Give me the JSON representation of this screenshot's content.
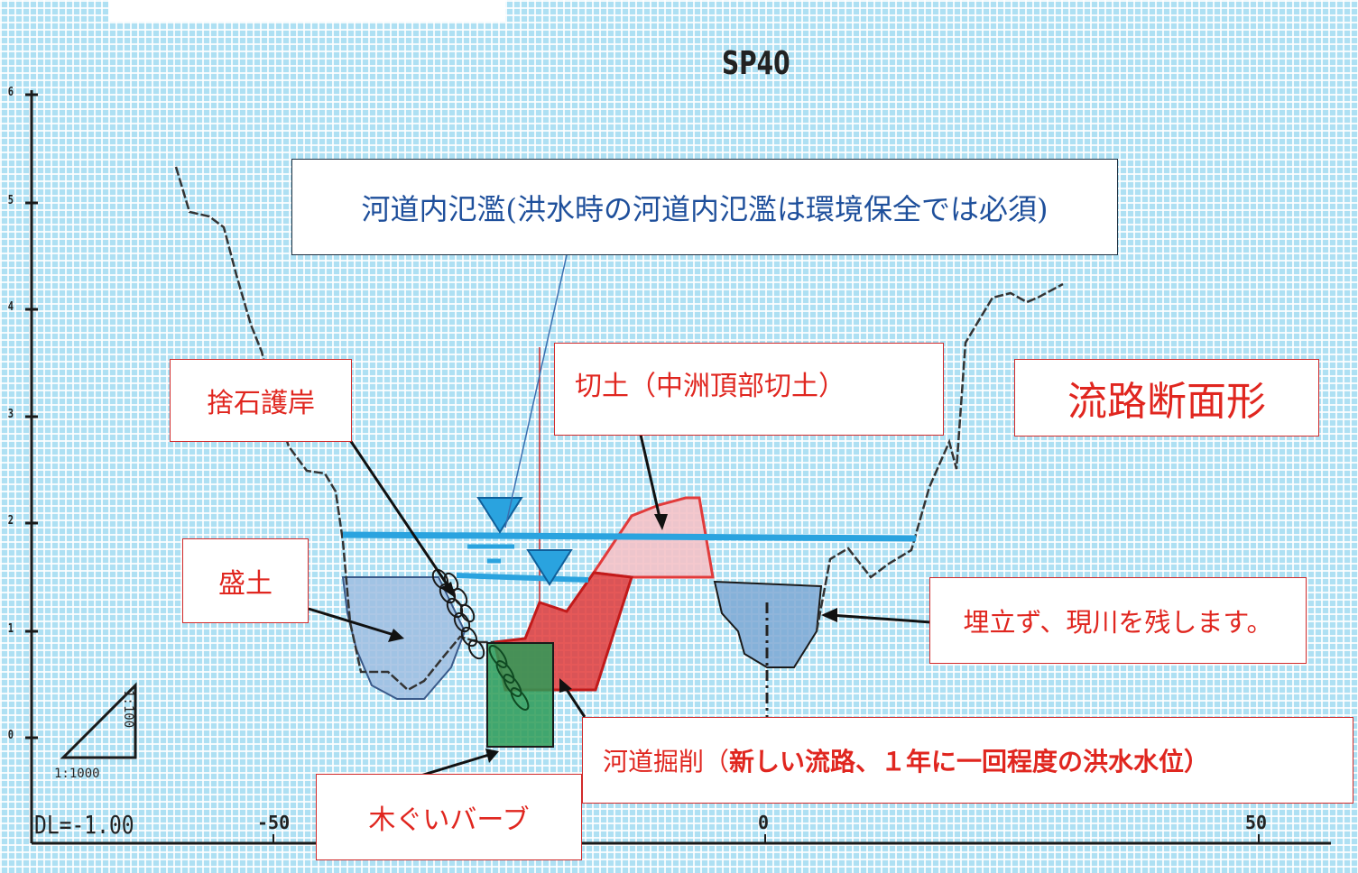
{
  "header_strip": {
    "text": ""
  },
  "chart": {
    "title": "SP40",
    "datum_label": "DL=-1.00",
    "y_ticks": [
      "6",
      "5",
      "4",
      "3",
      "2",
      "1",
      "0"
    ],
    "x_ticks": [
      "-50",
      "0",
      "50"
    ],
    "scale_label_horizontal": "1:1000",
    "scale_label_vertical": "1:100"
  },
  "callouts": {
    "inner_flooding": "河道内氾濫(洪水時の河道内氾濫は環境保全では必須)",
    "riprap": "捨石護岸",
    "cut_fill": "切土（中洲頂部切土）",
    "channel_section": "流路断面形",
    "embankment": "盛土",
    "keep_river": "埋立ず、現川を残します。",
    "dredge_prefix": "河道掘削（",
    "dredge_emphasis": "新しい流路、１年に一回程度の洪水水位）",
    "wood_barb": "木ぐいバーブ"
  },
  "colors": {
    "background": "#aee0f3",
    "water_line": "#2aa3df",
    "fill_blue": "#9fbde0",
    "cut_pink": "#f4c2c8",
    "dredge_red": "#e23b3b",
    "green_barb": "#2d9b57",
    "callout_red": "#d22b2b"
  }
}
